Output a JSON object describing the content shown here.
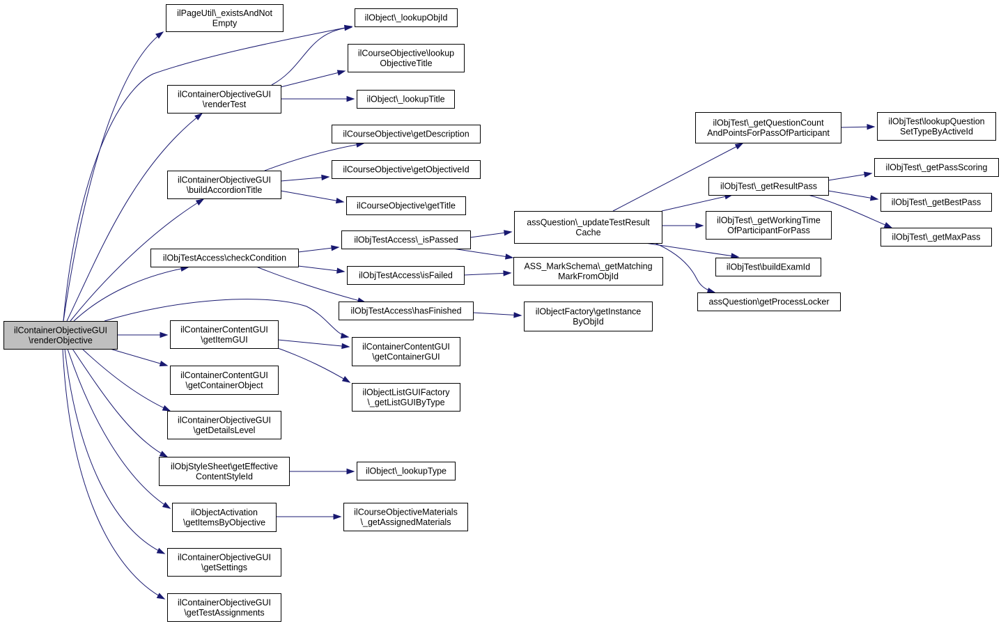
{
  "graph": {
    "nodes": [
      {
        "id": "root",
        "lines": [
          "ilContainerObjectiveGUI",
          "\\renderObjective"
        ],
        "root": true
      },
      {
        "id": "pageutil",
        "lines": [
          "ilPageUtil\\_existsAndNot",
          "Empty"
        ]
      },
      {
        "id": "lookupobjid",
        "lines": [
          "ilObject\\_lookupObjId"
        ]
      },
      {
        "id": "lookupobjtitle",
        "lines": [
          "ilCourseObjective\\lookup",
          "ObjectiveTitle"
        ]
      },
      {
        "id": "rendertest",
        "lines": [
          "ilContainerObjectiveGUI",
          "\\renderTest"
        ]
      },
      {
        "id": "lookuptitle",
        "lines": [
          "ilObject\\_lookupTitle"
        ]
      },
      {
        "id": "getdescription",
        "lines": [
          "ilCourseObjective\\getDescription"
        ]
      },
      {
        "id": "getobjectiveid",
        "lines": [
          "ilCourseObjective\\getObjectiveId"
        ]
      },
      {
        "id": "buildaccordion",
        "lines": [
          "ilContainerObjectiveGUI",
          "\\buildAccordionTitle"
        ]
      },
      {
        "id": "gettitle",
        "lines": [
          "ilCourseObjective\\getTitle"
        ]
      },
      {
        "id": "checkcondition",
        "lines": [
          "ilObjTestAccess\\checkCondition"
        ]
      },
      {
        "id": "ispassed",
        "lines": [
          "ilObjTestAccess\\_isPassed"
        ]
      },
      {
        "id": "isfailed",
        "lines": [
          "ilObjTestAccess\\isFailed"
        ]
      },
      {
        "id": "hasfinished",
        "lines": [
          "ilObjTestAccess\\hasFinished"
        ]
      },
      {
        "id": "updatetestresult",
        "lines": [
          "assQuestion\\_updateTestResult",
          "Cache"
        ]
      },
      {
        "id": "getmatchingmark",
        "lines": [
          "ASS_MarkSchema\\_getMatching",
          "MarkFromObjId"
        ]
      },
      {
        "id": "getinstancebyobjid",
        "lines": [
          "ilObjectFactory\\getInstance",
          "ByObjId"
        ]
      },
      {
        "id": "getquestioncount",
        "lines": [
          "ilObjTest\\_getQuestionCount",
          "AndPointsForPassOfParticipant"
        ]
      },
      {
        "id": "getresultpass",
        "lines": [
          "ilObjTest\\_getResultPass"
        ]
      },
      {
        "id": "getworkingtime",
        "lines": [
          "ilObjTest\\_getWorkingTime",
          "OfParticipantForPass"
        ]
      },
      {
        "id": "buildexamid",
        "lines": [
          "ilObjTest\\buildExamId"
        ]
      },
      {
        "id": "getprocesslocker",
        "lines": [
          "assQuestion\\getProcessLocker"
        ]
      },
      {
        "id": "lookupquestionset",
        "lines": [
          "ilObjTest\\lookupQuestion",
          "SetTypeByActiveId"
        ]
      },
      {
        "id": "getpassscoring",
        "lines": [
          "ilObjTest\\_getPassScoring"
        ]
      },
      {
        "id": "getbestpass",
        "lines": [
          "ilObjTest\\_getBestPass"
        ]
      },
      {
        "id": "getmaxpass",
        "lines": [
          "ilObjTest\\_getMaxPass"
        ]
      },
      {
        "id": "getitemgui",
        "lines": [
          "ilContainerContentGUI",
          "\\getItemGUI"
        ]
      },
      {
        "id": "getcontainergui",
        "lines": [
          "ilContainerContentGUI",
          "\\getContainerGUI"
        ]
      },
      {
        "id": "getlistguibytype",
        "lines": [
          "ilObjectListGUIFactory",
          "\\_getListGUIByType"
        ]
      },
      {
        "id": "getcontainerobject",
        "lines": [
          "ilContainerContentGUI",
          "\\getContainerObject"
        ]
      },
      {
        "id": "getdetailslevel",
        "lines": [
          "ilContainerObjectiveGUI",
          "\\getDetailsLevel"
        ]
      },
      {
        "id": "geteffectivestyle",
        "lines": [
          "ilObjStyleSheet\\getEffective",
          "ContentStyleId"
        ]
      },
      {
        "id": "lookuptype",
        "lines": [
          "ilObject\\_lookupType"
        ]
      },
      {
        "id": "getitemsbyobjective",
        "lines": [
          "ilObjectActivation",
          "\\getItemsByObjective"
        ]
      },
      {
        "id": "getassignedmaterials",
        "lines": [
          "ilCourseObjectiveMaterials",
          "\\_getAssignedMaterials"
        ]
      },
      {
        "id": "getsettings",
        "lines": [
          "ilContainerObjectiveGUI",
          "\\getSettings"
        ]
      },
      {
        "id": "gettestassignments",
        "lines": [
          "ilContainerObjectiveGUI",
          "\\getTestAssignments"
        ]
      }
    ],
    "edges": [
      {
        "from": "root",
        "to": "pageutil"
      },
      {
        "from": "root",
        "to": "lookupobjid"
      },
      {
        "from": "root",
        "to": "rendertest"
      },
      {
        "from": "root",
        "to": "buildaccordion"
      },
      {
        "from": "root",
        "to": "checkcondition"
      },
      {
        "from": "root",
        "to": "getitemgui"
      },
      {
        "from": "root",
        "to": "getcontainergui"
      },
      {
        "from": "root",
        "to": "getcontainerobject"
      },
      {
        "from": "root",
        "to": "getdetailslevel"
      },
      {
        "from": "root",
        "to": "geteffectivestyle"
      },
      {
        "from": "root",
        "to": "getitemsbyobjective"
      },
      {
        "from": "root",
        "to": "getsettings"
      },
      {
        "from": "root",
        "to": "gettestassignments"
      },
      {
        "from": "rendertest",
        "to": "lookupobjid"
      },
      {
        "from": "rendertest",
        "to": "lookupobjtitle"
      },
      {
        "from": "rendertest",
        "to": "lookuptitle"
      },
      {
        "from": "buildaccordion",
        "to": "getdescription"
      },
      {
        "from": "buildaccordion",
        "to": "getobjectiveid"
      },
      {
        "from": "buildaccordion",
        "to": "gettitle"
      },
      {
        "from": "checkcondition",
        "to": "ispassed"
      },
      {
        "from": "checkcondition",
        "to": "isfailed"
      },
      {
        "from": "checkcondition",
        "to": "hasfinished"
      },
      {
        "from": "ispassed",
        "to": "updatetestresult"
      },
      {
        "from": "ispassed",
        "to": "getmatchingmark"
      },
      {
        "from": "isfailed",
        "to": "getmatchingmark"
      },
      {
        "from": "hasfinished",
        "to": "getinstancebyobjid"
      },
      {
        "from": "updatetestresult",
        "to": "getquestioncount"
      },
      {
        "from": "updatetestresult",
        "to": "getresultpass"
      },
      {
        "from": "updatetestresult",
        "to": "getworkingtime"
      },
      {
        "from": "updatetestresult",
        "to": "buildexamid"
      },
      {
        "from": "updatetestresult",
        "to": "getprocesslocker"
      },
      {
        "from": "getquestioncount",
        "to": "lookupquestionset"
      },
      {
        "from": "getresultpass",
        "to": "getpassscoring"
      },
      {
        "from": "getresultpass",
        "to": "getbestpass"
      },
      {
        "from": "getresultpass",
        "to": "getmaxpass"
      },
      {
        "from": "getitemgui",
        "to": "getcontainergui"
      },
      {
        "from": "getitemgui",
        "to": "getlistguibytype"
      },
      {
        "from": "geteffectivestyle",
        "to": "lookuptype"
      },
      {
        "from": "getitemsbyobjective",
        "to": "getassignedmaterials"
      }
    ]
  }
}
